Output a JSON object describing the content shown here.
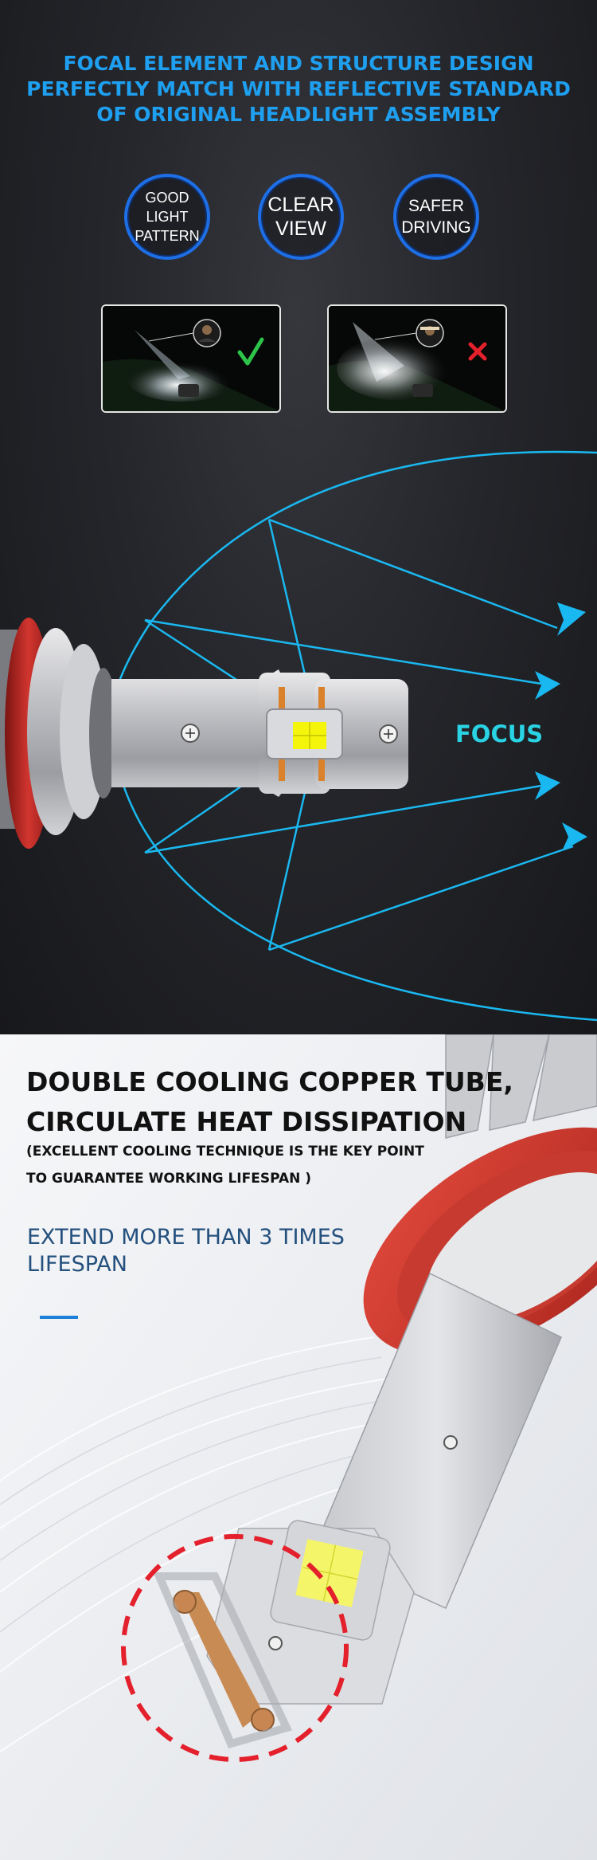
{
  "headline": {
    "line1": "FOCAL ELEMENT AND STRUCTURE DESIGN",
    "line2": "PERFECTLY MATCH WITH REFLECTIVE STANDARD",
    "line3": "OF ORIGINAL HEADLIGHT ASSEMBLY"
  },
  "badges": [
    {
      "line1": "GOOD",
      "line2": "LIGHT",
      "line3": "PATTERN"
    },
    {
      "line1": "CLEAR",
      "line2": "VIEW"
    },
    {
      "line1": "SAFER",
      "line2": "DRIVING"
    }
  ],
  "comparison": [
    {
      "verdict": "check-icon",
      "color": "#2ec44a"
    },
    {
      "verdict": "cross-icon",
      "color": "#e3202b"
    }
  ],
  "diagram": {
    "label": "FOCUS",
    "beam_color": "#1ab8f0"
  },
  "cooling": {
    "title_line1": "DOUBLE COOLING COPPER TUBE,",
    "title_line2": "CIRCULATE HEAT DISSIPATION",
    "note_line1": "(EXCELLENT COOLING TECHNIQUE IS THE KEY POINT",
    "note_line2": "TO GUARANTEE WORKING LIFESPAN )",
    "extend_line1": "EXTEND MORE THAN 3 TIMES",
    "extend_line2": "LIFESPAN"
  },
  "colors": {
    "accent": "#1e9ff0",
    "focus": "#29d3e4",
    "highlight_ring": "#e3202b",
    "bulb_base": "#c9302c"
  }
}
